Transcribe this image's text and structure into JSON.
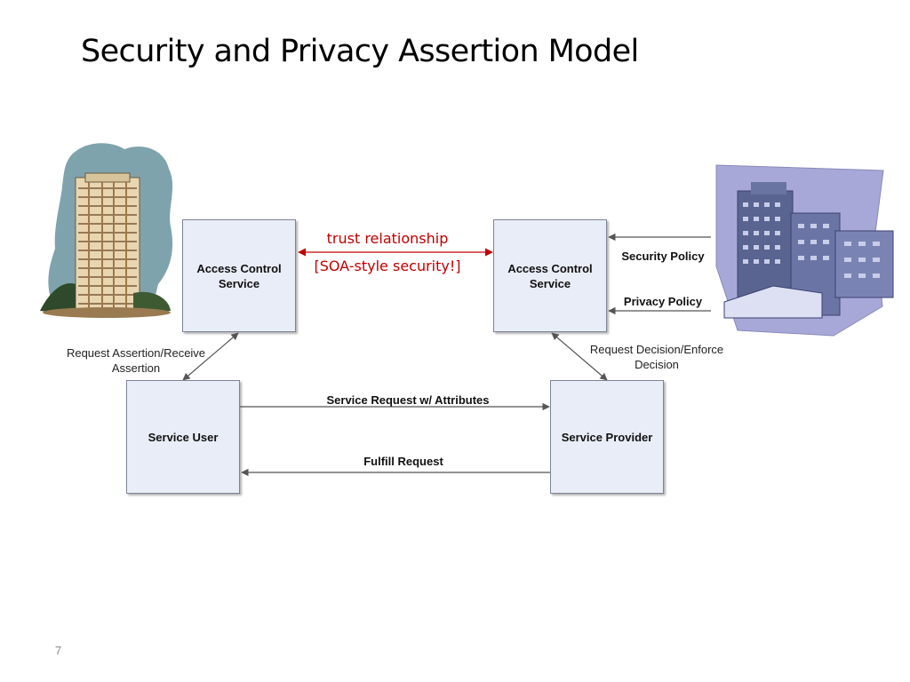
{
  "slide": {
    "title": "Security and Privacy Assertion Model",
    "page_number": "7"
  },
  "boxes": {
    "acs_left": "Access Control\nService",
    "acs_right": "Access Control\nService",
    "service_user": "Service User",
    "service_provider": "Service Provider"
  },
  "labels": {
    "trust_relationship": "trust relationship",
    "soa_security": "[SOA-style security!]",
    "request_assertion": "Request Assertion/Receive\nAssertion",
    "request_decision": "Request Decision/Enforce\nDecision",
    "service_request": "Service Request w/ Attributes",
    "fulfill_request": "Fulfill Request",
    "security_policy": "Security Policy",
    "privacy_policy": "Privacy Policy"
  },
  "colors": {
    "trust_arrow": "#c00000",
    "box_fill": "#e9edf7",
    "arrow": "#555555"
  },
  "icons": [
    "apartment-tower-icon",
    "office-buildings-icon"
  ]
}
